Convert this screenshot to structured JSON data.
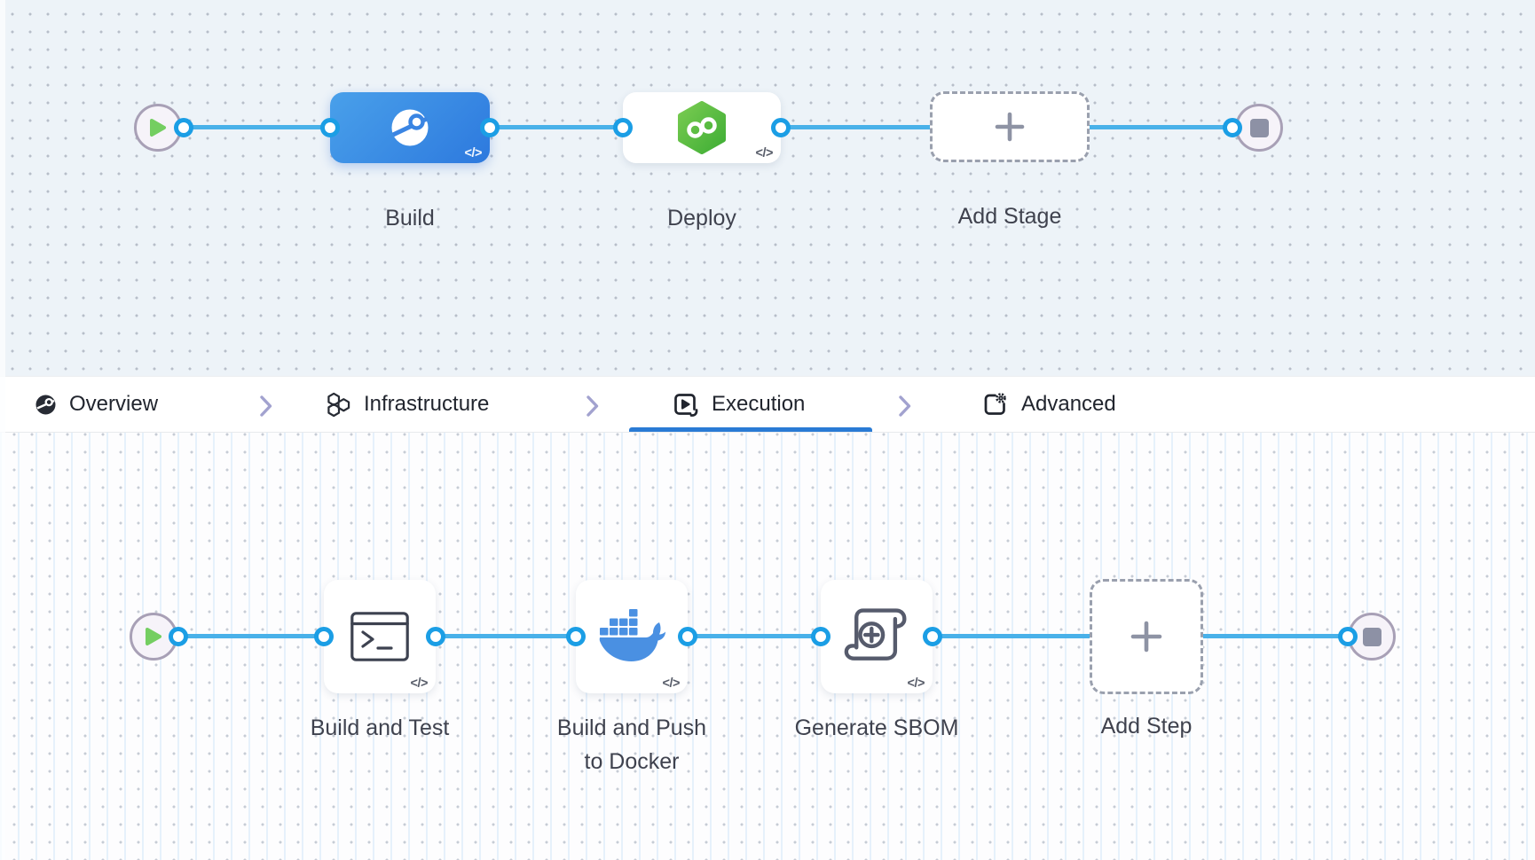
{
  "stage_graph": {
    "stages": [
      {
        "id": "build",
        "label": "Build",
        "code_badge": "</>"
      },
      {
        "id": "deploy",
        "label": "Deploy",
        "code_badge": "</>"
      },
      {
        "id": "add-stage",
        "label": "Add Stage"
      }
    ]
  },
  "tab_bar": {
    "tabs": [
      {
        "label": "Overview",
        "icon": "overview-icon",
        "active": false
      },
      {
        "label": "Infrastructure",
        "icon": "infrastructure-icon",
        "active": false
      },
      {
        "label": "Execution",
        "icon": "execution-icon",
        "active": true
      },
      {
        "label": "Advanced",
        "icon": "advanced-icon",
        "active": false
      }
    ],
    "separator_icon": "chevron-right-icon"
  },
  "execution_graph": {
    "steps": [
      {
        "id": "build-and-test",
        "label": "Build and Test",
        "icon": "terminal-icon",
        "code_badge": "</>"
      },
      {
        "id": "build-and-push-to-docker",
        "label": "Build and Push to Docker",
        "icon": "docker-icon",
        "code_badge": "</>"
      },
      {
        "id": "generate-sbom",
        "label": "Generate SBOM",
        "icon": "scroll-plus-icon",
        "code_badge": "</>"
      },
      {
        "id": "add-step",
        "label": "Add Step",
        "icon": "plus-icon"
      }
    ]
  },
  "colors": {
    "connector": "#49b1e9",
    "port_ring": "#1b9ee5",
    "active_tab_underline": "#2a7bd5",
    "stage_blue_start": "#49a0ea",
    "stage_blue_end": "#2d79de",
    "cd_green_start": "#79cb51",
    "cd_green_end": "#3fae35",
    "docker_blue": "#4a90e2",
    "start_play_green": "#74ce61",
    "canvas_top_bg": "#edf3f8",
    "canvas_bottom_bg": "#fdfdfe",
    "node_label_text": "#3f424e",
    "tab_text": "#21252e"
  }
}
